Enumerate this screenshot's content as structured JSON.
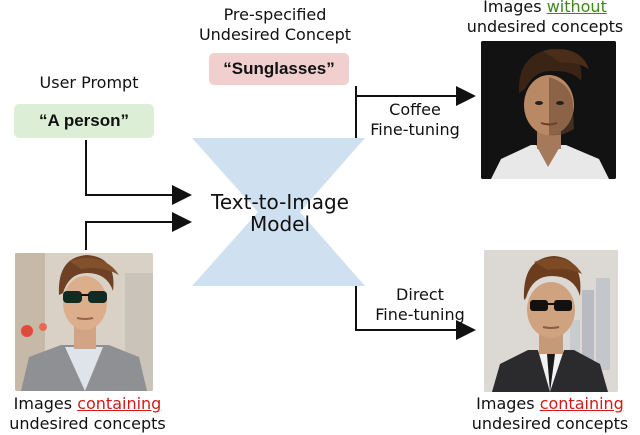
{
  "user_prompt": {
    "title": "User Prompt",
    "text": "“A person”"
  },
  "undesired_concept": {
    "title_line1": "Pre-specified",
    "title_line2": "Undesired Concept",
    "text": "“Sunglasses”"
  },
  "model": {
    "line1": "Text-to-Image",
    "line2": "Model"
  },
  "coffee": {
    "line1": "Coffee",
    "line2": "Fine-tuning"
  },
  "direct": {
    "line1": "Direct",
    "line2": "Fine-tuning"
  },
  "output_top": {
    "line1_prefix": "Images ",
    "line1_highlight": "without",
    "line2": "undesired concepts"
  },
  "output_bottom": {
    "line1_prefix": "Images ",
    "line1_highlight": "containing",
    "line2": "undesired concepts"
  },
  "input_images": {
    "line1_prefix": "Images ",
    "line1_highlight": "containing",
    "line2": "undesired concepts"
  },
  "colors": {
    "prompt_box": "#dcefd6",
    "concept_box": "#f2cfcf",
    "model_shape": "#cfe0f1",
    "green_text": "#3b8a17",
    "red_text": "#d11a1a"
  }
}
